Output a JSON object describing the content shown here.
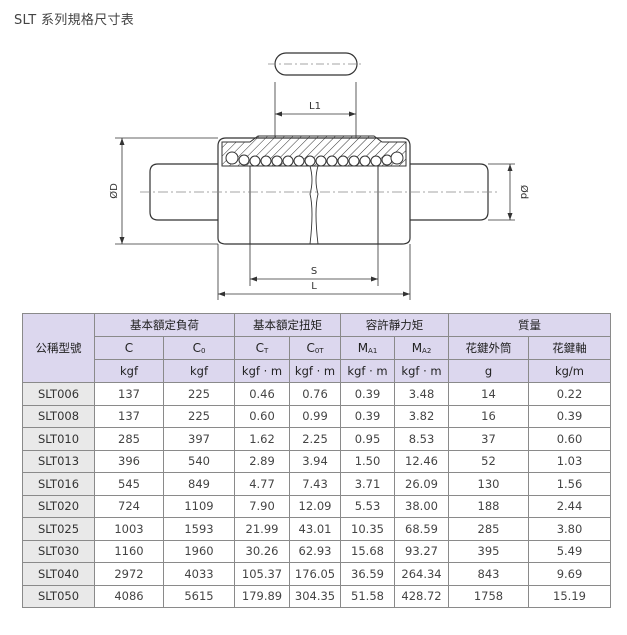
{
  "title": "SLT 系列規格尺寸表",
  "drawing": {
    "label_L1": "L1",
    "label_S": "S",
    "label_L": "L",
    "label_D": "ØD",
    "label_d": "Ød"
  },
  "table": {
    "model_header": "公稱型號",
    "groups": [
      "基本額定負荷",
      "基本額定扭矩",
      "容許靜力矩",
      "質量"
    ],
    "symbols": {
      "c": "C",
      "c0": "C",
      "c0_sub": "0",
      "ct": "C",
      "ct_sub": "T",
      "c0t": "C",
      "c0t_sub": "0T",
      "ma1": "M",
      "ma1_sub": "A1",
      "ma2": "M",
      "ma2_sub": "A2",
      "mass_outer": "花鍵外筒",
      "mass_shaft": "花鍵軸"
    },
    "units": [
      "kgf",
      "kgf",
      "kgf · m",
      "kgf · m",
      "kgf · m",
      "kgf · m",
      "g",
      "kg/m"
    ],
    "rows": [
      [
        "SLT006",
        "137",
        "225",
        "0.46",
        "0.76",
        "0.39",
        "3.48",
        "14",
        "0.22"
      ],
      [
        "SLT008",
        "137",
        "225",
        "0.60",
        "0.99",
        "0.39",
        "3.82",
        "16",
        "0.39"
      ],
      [
        "SLT010",
        "285",
        "397",
        "1.62",
        "2.25",
        "0.95",
        "8.53",
        "37",
        "0.60"
      ],
      [
        "SLT013",
        "396",
        "540",
        "2.89",
        "3.94",
        "1.50",
        "12.46",
        "52",
        "1.03"
      ],
      [
        "SLT016",
        "545",
        "849",
        "4.77",
        "7.43",
        "3.71",
        "26.09",
        "130",
        "1.56"
      ],
      [
        "SLT020",
        "724",
        "1109",
        "7.90",
        "12.09",
        "5.53",
        "38.00",
        "188",
        "2.44"
      ],
      [
        "SLT025",
        "1003",
        "1593",
        "21.99",
        "43.01",
        "10.35",
        "68.59",
        "285",
        "3.80"
      ],
      [
        "SLT030",
        "1160",
        "1960",
        "30.26",
        "62.93",
        "15.68",
        "93.27",
        "395",
        "5.49"
      ],
      [
        "SLT040",
        "2972",
        "4033",
        "105.37",
        "176.05",
        "36.59",
        "264.34",
        "843",
        "9.69"
      ],
      [
        "SLT050",
        "4086",
        "5615",
        "179.89",
        "304.35",
        "51.58",
        "428.72",
        "1758",
        "15.19"
      ]
    ]
  }
}
